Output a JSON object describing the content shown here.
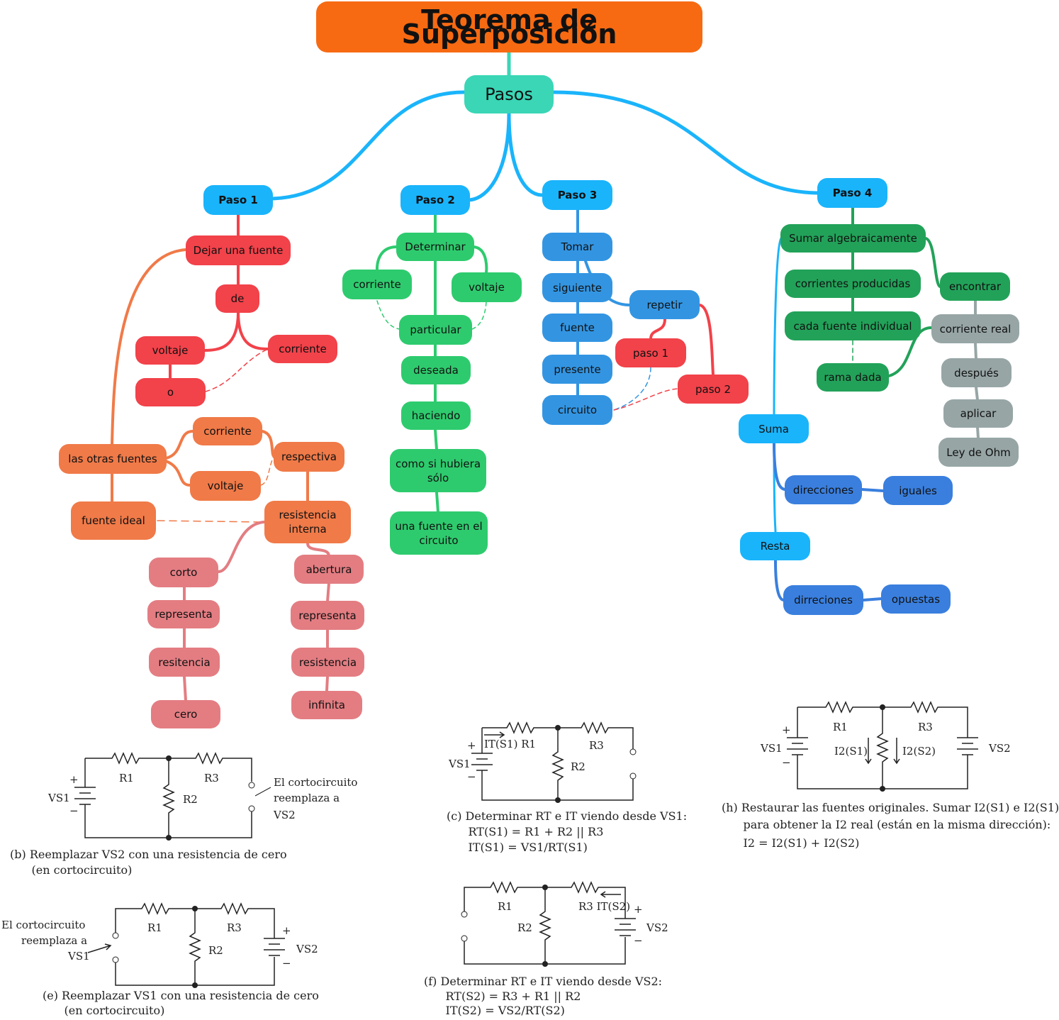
{
  "title": "Teorema de Superposición",
  "root": "Pasos",
  "colors": {
    "title": "#f76a12",
    "root": "#3ad6b6",
    "step": "#1ab4fb",
    "red": "#f2424a",
    "orange": "#f07a48",
    "pink": "#e37d82",
    "green": "#2ecb6e",
    "blue": "#3395e2",
    "dark_green": "#22a259",
    "gray": "#97a5a5",
    "medium_blue": "#3a7fde"
  },
  "steps": [
    "Paso 1",
    "Paso 2",
    "Paso 3",
    "Paso 4"
  ],
  "paso1": {
    "dejar": "Dejar una fuente",
    "de": "de",
    "voltaje": "voltaje",
    "corriente": "corriente",
    "o": "o",
    "otras": "las otras fuentes",
    "corriente2": "corriente",
    "voltaje2": "voltaje",
    "respectiva": "respectiva",
    "fuente_ideal": "fuente ideal",
    "resistencia_interna": "resistencia interna",
    "corto": "corto",
    "representa1": "representa",
    "resitencia": "resitencia",
    "cero": "cero",
    "abertura": "abertura",
    "representa2": "representa",
    "resistencia": "resistencia",
    "infinita": "infinita"
  },
  "paso2": {
    "determinar": "Determinar",
    "corriente": "corriente",
    "voltaje": "voltaje",
    "particular": "particular",
    "deseada": "deseada",
    "haciendo": "haciendo",
    "como_si": "como si hubiera sólo",
    "una_fuente": "una fuente en el circuito"
  },
  "paso3": {
    "tomar": "Tomar",
    "siguiente": "siguiente",
    "fuente": "fuente",
    "presente": "presente",
    "circuito": "circuito",
    "repetir": "repetir",
    "paso1": "paso 1",
    "paso2": "paso 2"
  },
  "paso4": {
    "sumar": "Sumar algebraicamente",
    "corrientes": "corrientes producidas",
    "cada": "cada fuente individual",
    "rama": "rama dada",
    "encontrar": "encontrar",
    "corriente_real": "corriente real",
    "despues": "después",
    "aplicar": "aplicar",
    "ley": "Ley de Ohm",
    "suma": "Suma",
    "direcciones": "direcciones",
    "iguales": "iguales",
    "resta": "Resta",
    "dirreciones": "dirreciones",
    "opuestas": "opuestas"
  },
  "circuits": {
    "b": {
      "lines": [
        "(b) Reemplazar VS2 con una resistencia de cero",
        "      (en cortocircuito)"
      ],
      "note": [
        "El cortocircuito",
        "reemplaza a",
        "VS2"
      ],
      "labels": [
        "R1",
        "R2",
        "R3",
        "VS1",
        "+",
        "−"
      ]
    },
    "c": {
      "lines": [
        "(c) Determinar RT e IT viendo desde VS1:",
        "      RT(S1) = R1 + R2 || R3",
        "      IT(S1) = VS1/RT(S1)"
      ],
      "labels": [
        "IT(S1) R1",
        "R2",
        "R3",
        "VS1",
        "+",
        "−"
      ]
    },
    "h": {
      "lines": [
        "(h) Restaurar las fuentes originales. Sumar I2(S1) e I2(S1)",
        "      para obtener la I2 real (están en la misma dirección):",
        "      I2 = I2(S1) + I2(S2)"
      ],
      "labels": [
        "R1",
        "R3",
        "VS1",
        "VS2",
        "I2(S1)",
        "I2(S2)",
        "+",
        "−"
      ]
    },
    "e": {
      "lines": [
        "(e) Reemplazar VS1 con una resistencia de cero",
        "      (en cortocircuito)"
      ],
      "note": [
        "El cortocircuito",
        "reemplaza a",
        "VS1"
      ],
      "labels": [
        "R1",
        "R2",
        "R3",
        "VS2",
        "+",
        "−"
      ]
    },
    "f": {
      "lines": [
        "(f) Determinar RT e IT viendo desde VS2:",
        "      RT(S2) = R3 + R1 || R2",
        "      IT(S2) = VS2/RT(S2)"
      ],
      "labels": [
        "R1",
        "R2",
        "R3 IT(S2)",
        "VS2",
        "+",
        "−"
      ]
    }
  }
}
